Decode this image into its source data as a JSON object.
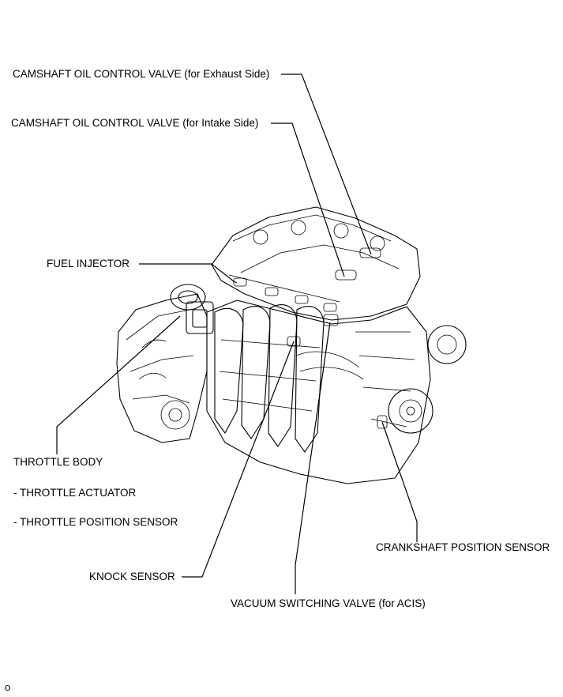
{
  "labels": {
    "cam_exhaust": "CAMSHAFT OIL CONTROL VALVE (for Exhaust Side)",
    "cam_intake": "CAMSHAFT OIL CONTROL VALVE (for Intake Side)",
    "fuel_injector": "FUEL INJECTOR",
    "throttle_body": "THROTTLE BODY",
    "throttle_actuator": "- THROTTLE ACTUATOR",
    "throttle_position": "- THROTTLE POSITION SENSOR",
    "knock_sensor": "KNOCK SENSOR",
    "vacuum_valve": "VACUUM SWITCHING VALVE (for ACIS)",
    "crankshaft_sensor": "CRANKSHAFT POSITION SENSOR"
  },
  "footer": {
    "page_marker": "o"
  }
}
